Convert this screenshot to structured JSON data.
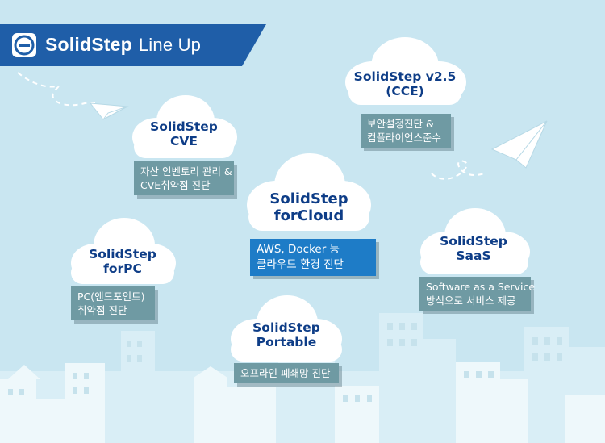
{
  "banner": {
    "brand": "SolidStep",
    "subtitle": "Line Up",
    "icon": "solidstep-logo-icon"
  },
  "colors": {
    "background": "#c9e6f1",
    "banner": "#1f5ea8",
    "title": "#0e3d87",
    "tag_gray": "#6f9aa3",
    "tag_blue": "#1e7cc7"
  },
  "products": {
    "cve": {
      "line1": "SolidStep",
      "line2": "CVE",
      "desc1": "자산 인벤토리 관리 &",
      "desc2": "CVE취약점 진단"
    },
    "cce": {
      "line1": "SolidStep v2.5",
      "line2": "(CCE)",
      "desc1": "보안설정진단 &",
      "desc2": "컴플라이언스준수"
    },
    "cloud": {
      "line1": "SolidStep",
      "line2": "forCloud",
      "desc1": "AWS, Docker 등",
      "desc2": "클라우드 환경 진단"
    },
    "pc": {
      "line1": "SolidStep",
      "line2": "forPC",
      "desc1": "PC(앤드포인트)",
      "desc2": "취약점 진단"
    },
    "saas": {
      "line1": "SolidStep",
      "line2": "SaaS",
      "desc1": "Software as a Service",
      "desc2": "방식으로 서비스 제공"
    },
    "portable": {
      "line1": "SolidStep",
      "line2": "Portable",
      "desc1": "오프라인 폐쇄망 진단"
    }
  }
}
